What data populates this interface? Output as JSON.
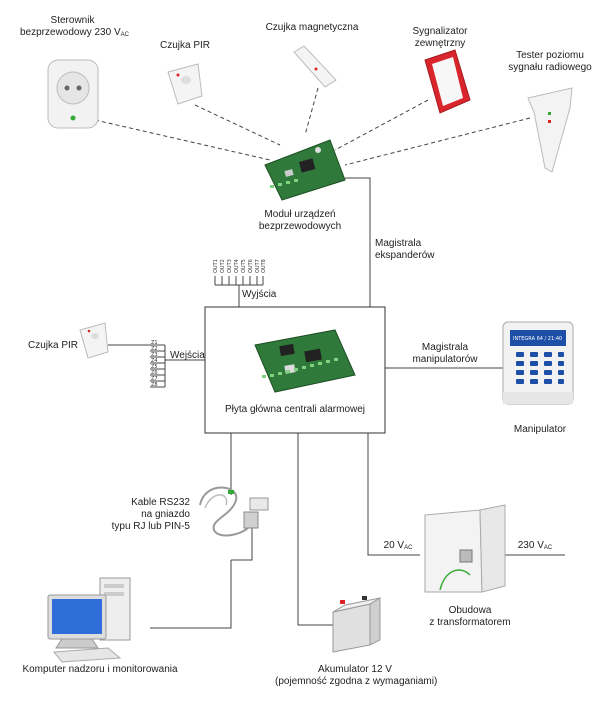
{
  "labels": {
    "sterownik_l1": "Sterownik",
    "sterownik_l2": "bezprzewodowy 230 V",
    "sterownik_sub": "AC",
    "czujka_pir_top": "Czujka PIR",
    "czujka_magnetyczna": "Czujka magnetyczna",
    "sygnalizator_l1": "Sygnalizator",
    "sygnalizator_l2": "zewnętrzny",
    "tester_l1": "Tester poziomu",
    "tester_l2": "sygnału radiowego",
    "modul_l1": "Moduł urządzeń",
    "modul_l2": "bezprzewodowych",
    "magistrala_exp_l1": "Magistrala",
    "magistrala_exp_l2": "ekspanderów",
    "wyjscia": "Wyjścia",
    "czujka_pir_left": "Czujka PIR",
    "wejscia": "Wejścia",
    "magistrala_man_l1": "Magistrala",
    "magistrala_man_l2": "manipulatorów",
    "plyta": "Płyta główna centrali alarmowej",
    "manipulator": "Manipulator",
    "kable_l1": "Kable RS232",
    "kable_l2": "na gniazdo",
    "kable_l3": "typu RJ lub PIN-5",
    "v20": "20 V",
    "v20_sub": "AC",
    "v230": "230 V",
    "v230_sub": "AC",
    "obudowa_l1": "Obudowa",
    "obudowa_l2": "z transformatorem",
    "komputer": "Komputer nadzoru i monitorowania",
    "akumulator_l1": "Akumulator 12 V",
    "akumulator_l2": "(pojemność zgodna z wymaganiami)",
    "keypad_display": "INTEGRA 64 / 21:40"
  },
  "outputs": [
    "OUT1",
    "OUT2",
    "OUT3",
    "OUT4",
    "OUT5",
    "OUT6",
    "OUT7",
    "OUT8"
  ],
  "inputs": [
    "Z1",
    "Z2",
    "Z3",
    "Z4",
    "Z5",
    "Z6",
    "Z7",
    "Z8"
  ],
  "colors": {
    "line": "#444444",
    "pcb_green": "#2f7a3a",
    "siren_red": "#d9262c",
    "keypad_blue": "#1d4fa8"
  }
}
